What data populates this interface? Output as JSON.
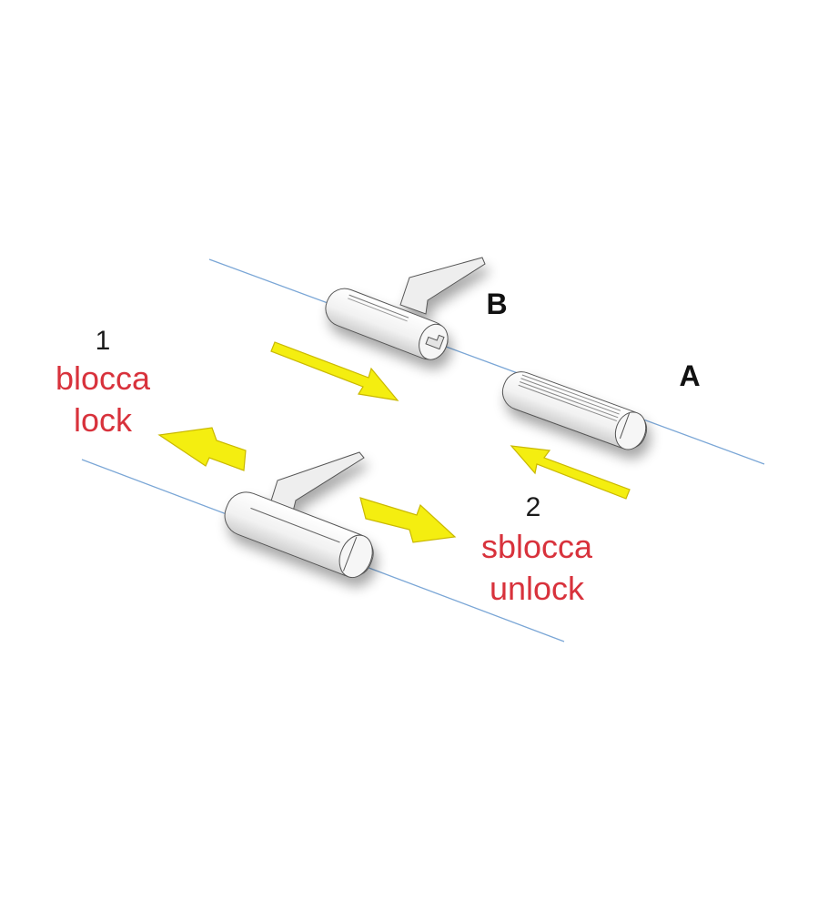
{
  "labels": {
    "part_b": "B",
    "part_a": "A",
    "step1": {
      "number": "1",
      "italian": "blocca",
      "english": "lock"
    },
    "step2": {
      "number": "2",
      "italian": "sblocca",
      "english": "unlock"
    }
  },
  "colors": {
    "line": "#7aa6d6",
    "arrow_fill": "#f4ee10",
    "arrow_stroke": "#c9b800",
    "text_red": "#d8323c",
    "part_fill": "#f4f4f4",
    "part_stroke": "#555555"
  }
}
